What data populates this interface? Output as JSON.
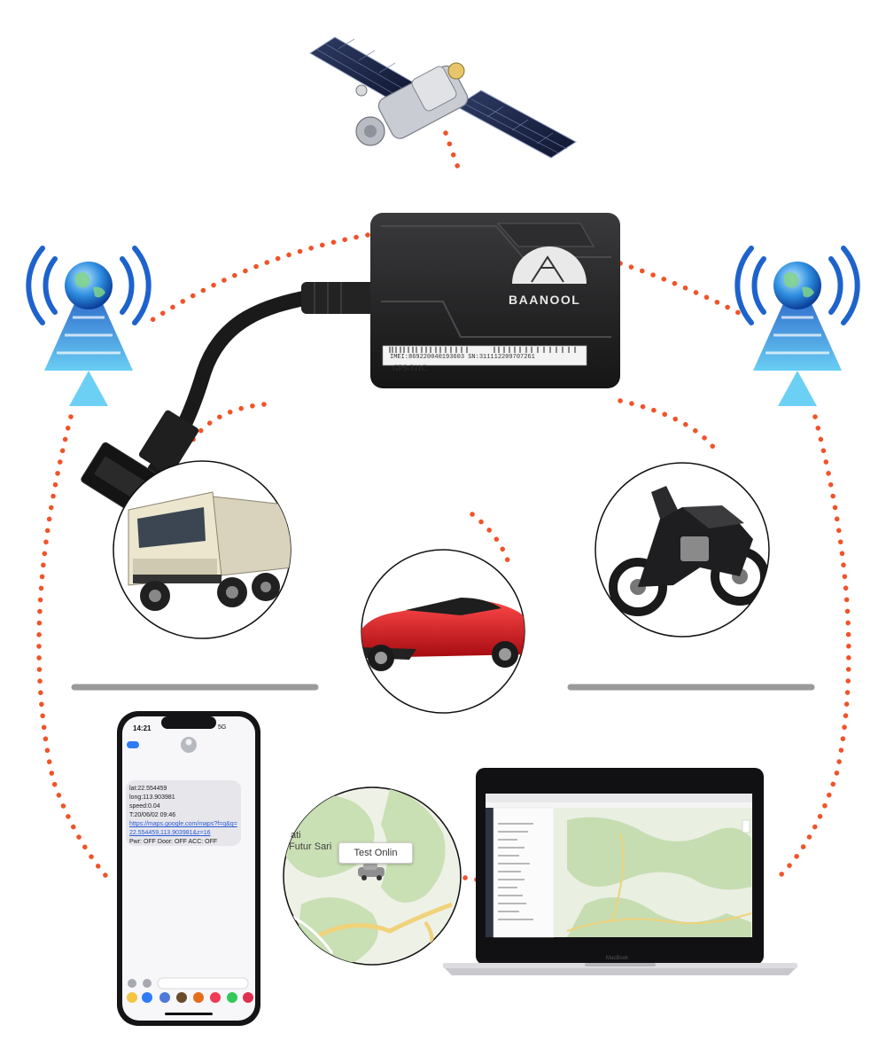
{
  "device": {
    "brand": "BAANOOL",
    "imei_label": "IMEI:869220040193603",
    "sn_label": "SN:311112209707261",
    "model": "GPS-311C"
  },
  "phone": {
    "time": "14:21",
    "signal": "5G",
    "sms_lines": [
      "lat:22.554459",
      "long:113.903981",
      "speed:0.04",
      "T:20/06/02 09:46"
    ],
    "sms_link": "https://maps.google.com/maps?f=q&q=22.554459,113.903981&z=16",
    "sms_status": "Pwr: OFF Door: OFF ACC: OFF"
  },
  "map": {
    "bubble_label": "Test Onlin",
    "place_1": "ati",
    "place_2": "Futur Sari"
  },
  "laptop": {
    "brand": "MacBook"
  },
  "colors": {
    "dots": "#f0532a",
    "divider": "#9a9a9a",
    "tower_blue": "#1f6fd0",
    "tower_glow": "#46b6f0",
    "map_green": "#c9dfb4",
    "map_bg": "#eef1e6",
    "car_red": "#d8141c"
  },
  "icons": [
    "satellite-icon",
    "signal-tower-icon",
    "truck-image",
    "car-image",
    "motorcycle-image",
    "smartphone-image",
    "laptop-image",
    "map-pin-icon"
  ]
}
